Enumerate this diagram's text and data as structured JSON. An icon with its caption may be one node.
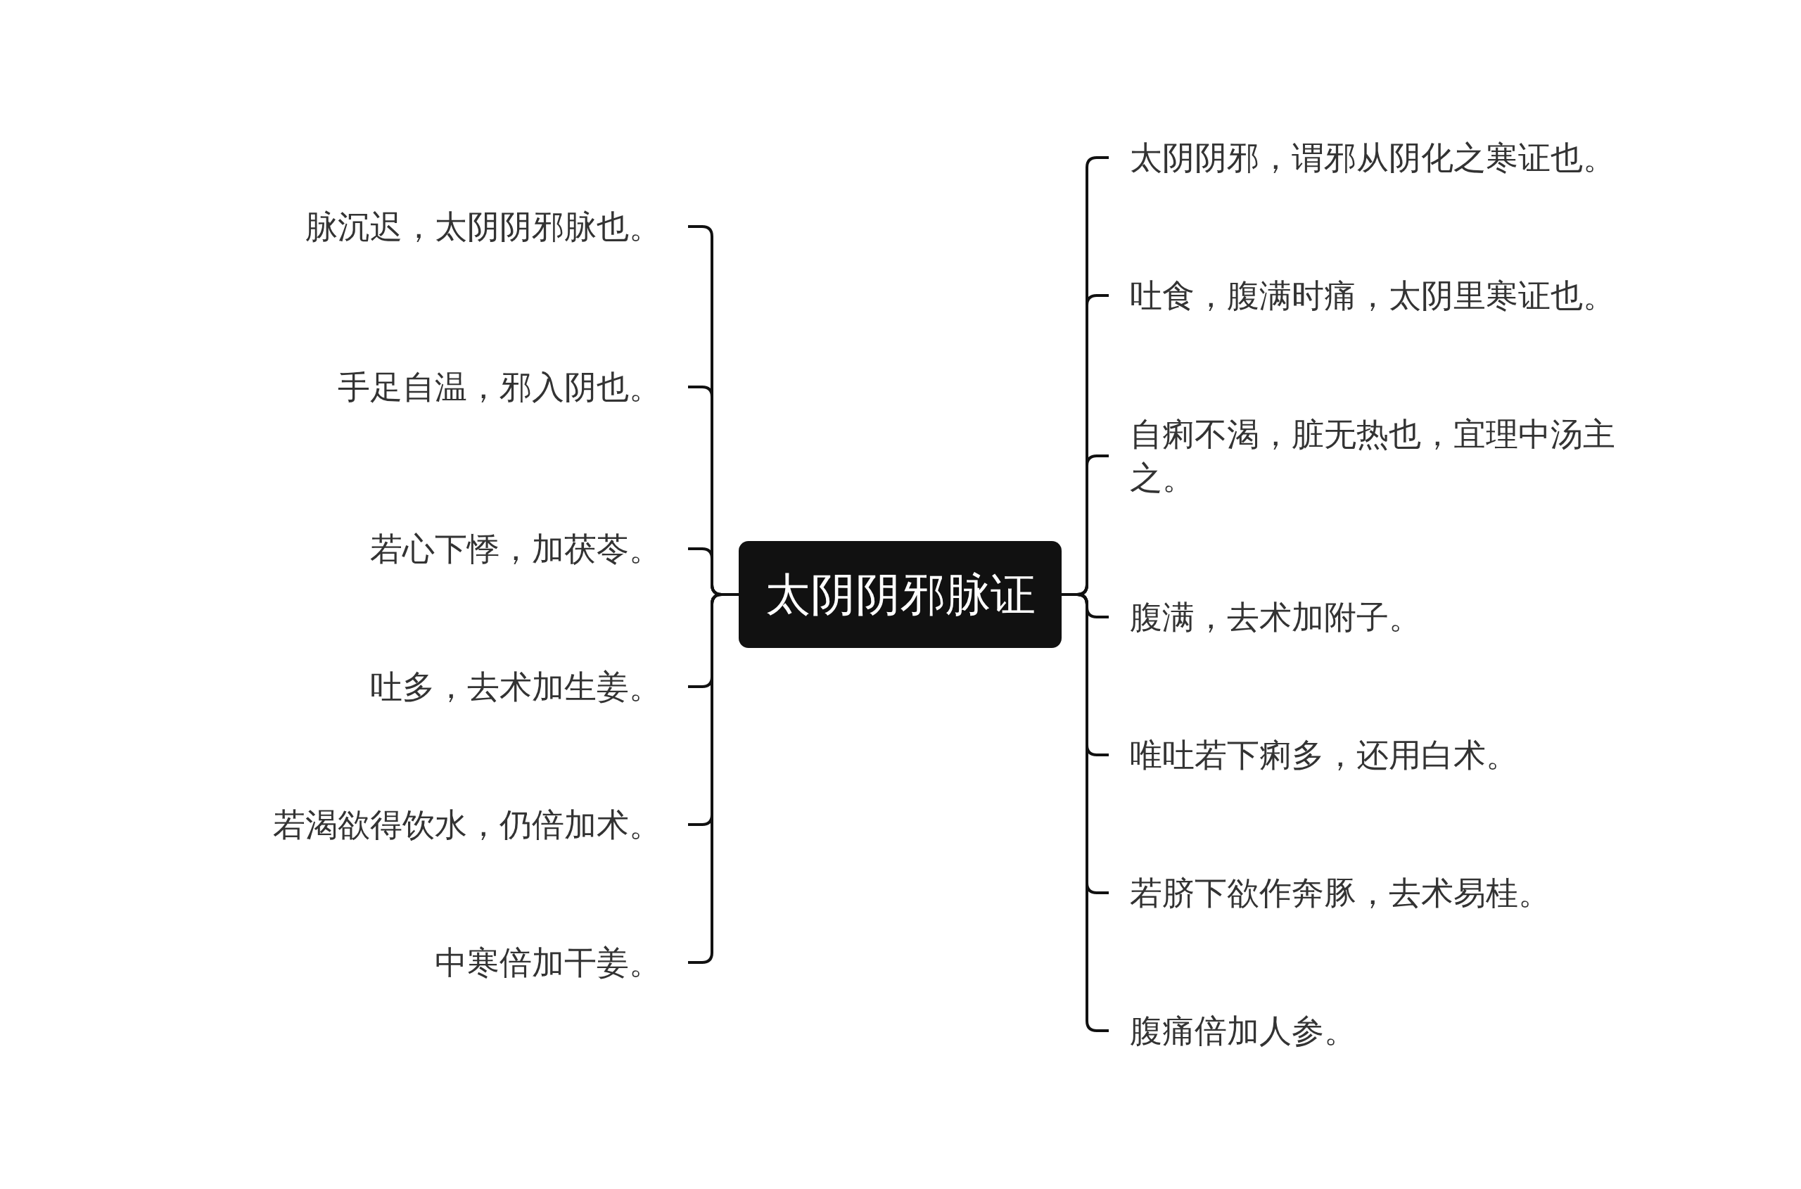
{
  "diagram": {
    "nodes": [
      {
        "text": [
          "太阴阴邪脉证"
        ]
      },
      {
        "text": [
          "脉沉迟，太阴阴邪脉也。"
        ]
      },
      {
        "text": [
          "手足自温，邪入阴也。"
        ]
      },
      {
        "text": [
          "若心下悸，加茯苓。"
        ]
      },
      {
        "text": [
          "吐多，去术加生姜。"
        ]
      },
      {
        "text": [
          "若渴欲得饮水，仍倍加术。"
        ]
      },
      {
        "text": [
          "中寒倍加干姜。"
        ]
      },
      {
        "text": [
          "太阴阴邪，谓邪从阴化之寒证也。"
        ]
      },
      {
        "text": [
          "吐食，腹满时痛，太阴里寒证也。"
        ]
      },
      {
        "text": [
          "自痢不渴，脏无热也，宜理中汤主之。"
        ]
      },
      {
        "text": [
          "腹满，去术加附子。"
        ]
      },
      {
        "text": [
          "唯吐若下痢多，还用白术。"
        ]
      },
      {
        "text": [
          "若脐下欲作奔豚，去术易桂。"
        ]
      },
      {
        "text": [
          "腹痛倍加人参。"
        ]
      }
    ],
    "edges": [
      {
        "from": 0,
        "to": 1,
        "arrow": "none"
      },
      {
        "from": 0,
        "to": 2,
        "arrow": "none"
      },
      {
        "from": 0,
        "to": 3,
        "arrow": "none"
      },
      {
        "from": 0,
        "to": 4,
        "arrow": "none"
      },
      {
        "from": 0,
        "to": 5,
        "arrow": "none"
      },
      {
        "from": 0,
        "to": 6,
        "arrow": "none"
      },
      {
        "from": 0,
        "to": 7,
        "arrow": "none"
      },
      {
        "from": 0,
        "to": 8,
        "arrow": "none"
      },
      {
        "from": 0,
        "to": 9,
        "arrow": "none"
      },
      {
        "from": 0,
        "to": 10,
        "arrow": "none"
      },
      {
        "from": 0,
        "to": 11,
        "arrow": "none"
      },
      {
        "from": 0,
        "to": 12,
        "arrow": "none"
      },
      {
        "from": 0,
        "to": 13,
        "arrow": "none"
      }
    ]
  }
}
